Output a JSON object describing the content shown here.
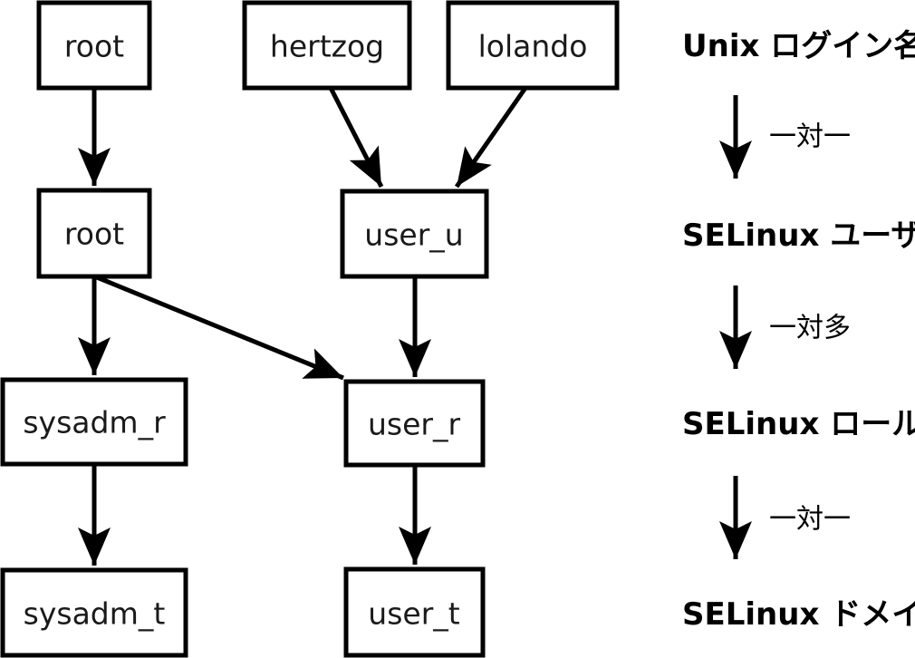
{
  "nodes": {
    "unix_root": "root",
    "unix_hertzog": "hertzog",
    "unix_lolando": "lolando",
    "selinux_root": "root",
    "selinux_user_u": "user_u",
    "role_sysadm_r": "sysadm_r",
    "role_user_r": "user_r",
    "domain_sysadm_t": "sysadm_t",
    "domain_user_t": "user_t"
  },
  "edges": [
    {
      "from": "unix_root",
      "to": "selinux_root"
    },
    {
      "from": "unix_hertzog",
      "to": "selinux_user_u"
    },
    {
      "from": "unix_lolando",
      "to": "selinux_user_u"
    },
    {
      "from": "selinux_root",
      "to": "role_sysadm_r"
    },
    {
      "from": "selinux_root",
      "to": "role_user_r"
    },
    {
      "from": "selinux_user_u",
      "to": "role_user_r"
    },
    {
      "from": "role_sysadm_r",
      "to": "domain_sysadm_t"
    },
    {
      "from": "role_user_r",
      "to": "domain_user_t"
    }
  ],
  "legend": {
    "level1": "Unix ログイン名",
    "rel1": "一対一",
    "level2": "SELinux ユーザ名",
    "rel2": "一対多",
    "level3": "SELinux ロール",
    "rel3": "一対一",
    "level4": "SELinux ドメイン"
  },
  "colors": {
    "background": "#ffffff",
    "line": "#000000",
    "box_fill": "#ffffff",
    "box_text": "#1a1a1a"
  }
}
